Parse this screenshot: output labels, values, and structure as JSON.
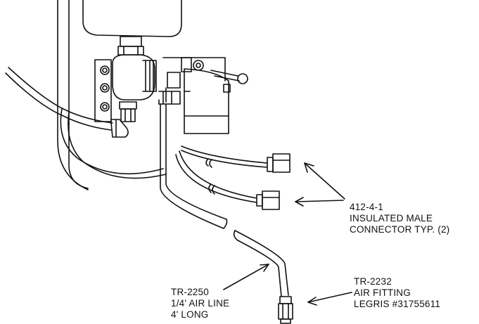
{
  "callouts": {
    "connector": {
      "part": "412-4-1",
      "line1": "INSULATED MALE",
      "line2": "CONNECTOR TYP. (2)"
    },
    "air_line": {
      "part": "TR-2250",
      "line1": "1/4' AIR LINE",
      "line2": "4' LONG"
    },
    "air_fitting": {
      "part": "TR-2232",
      "line1": "AIR FITTING",
      "line2": "LEGRIS #31755611"
    }
  },
  "colors": {
    "ink": "#111111",
    "background": "#ffffff"
  }
}
